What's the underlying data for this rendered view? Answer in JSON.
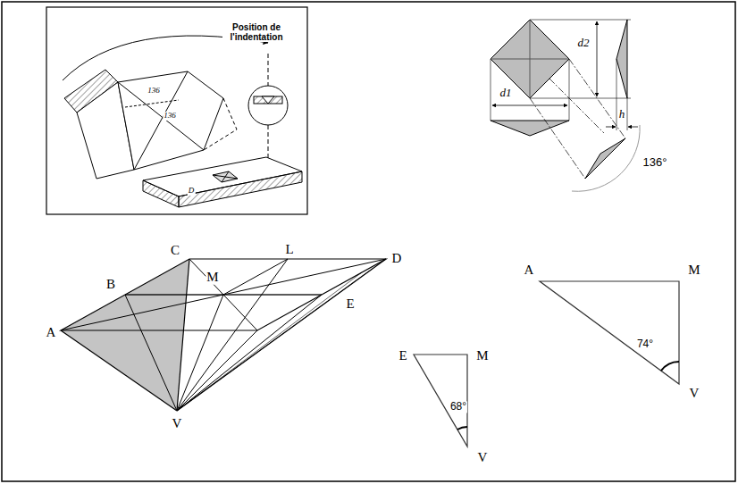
{
  "diagram": {
    "labels": [
      "Position de l'indentation",
      "136",
      "136",
      "D",
      "d2",
      "d1",
      "h",
      "136°",
      "A",
      "B",
      "C",
      "L",
      "M",
      "D",
      "E",
      "V",
      "A",
      "M",
      "74°",
      "V",
      "E",
      "M",
      "68°",
      "V"
    ]
  }
}
